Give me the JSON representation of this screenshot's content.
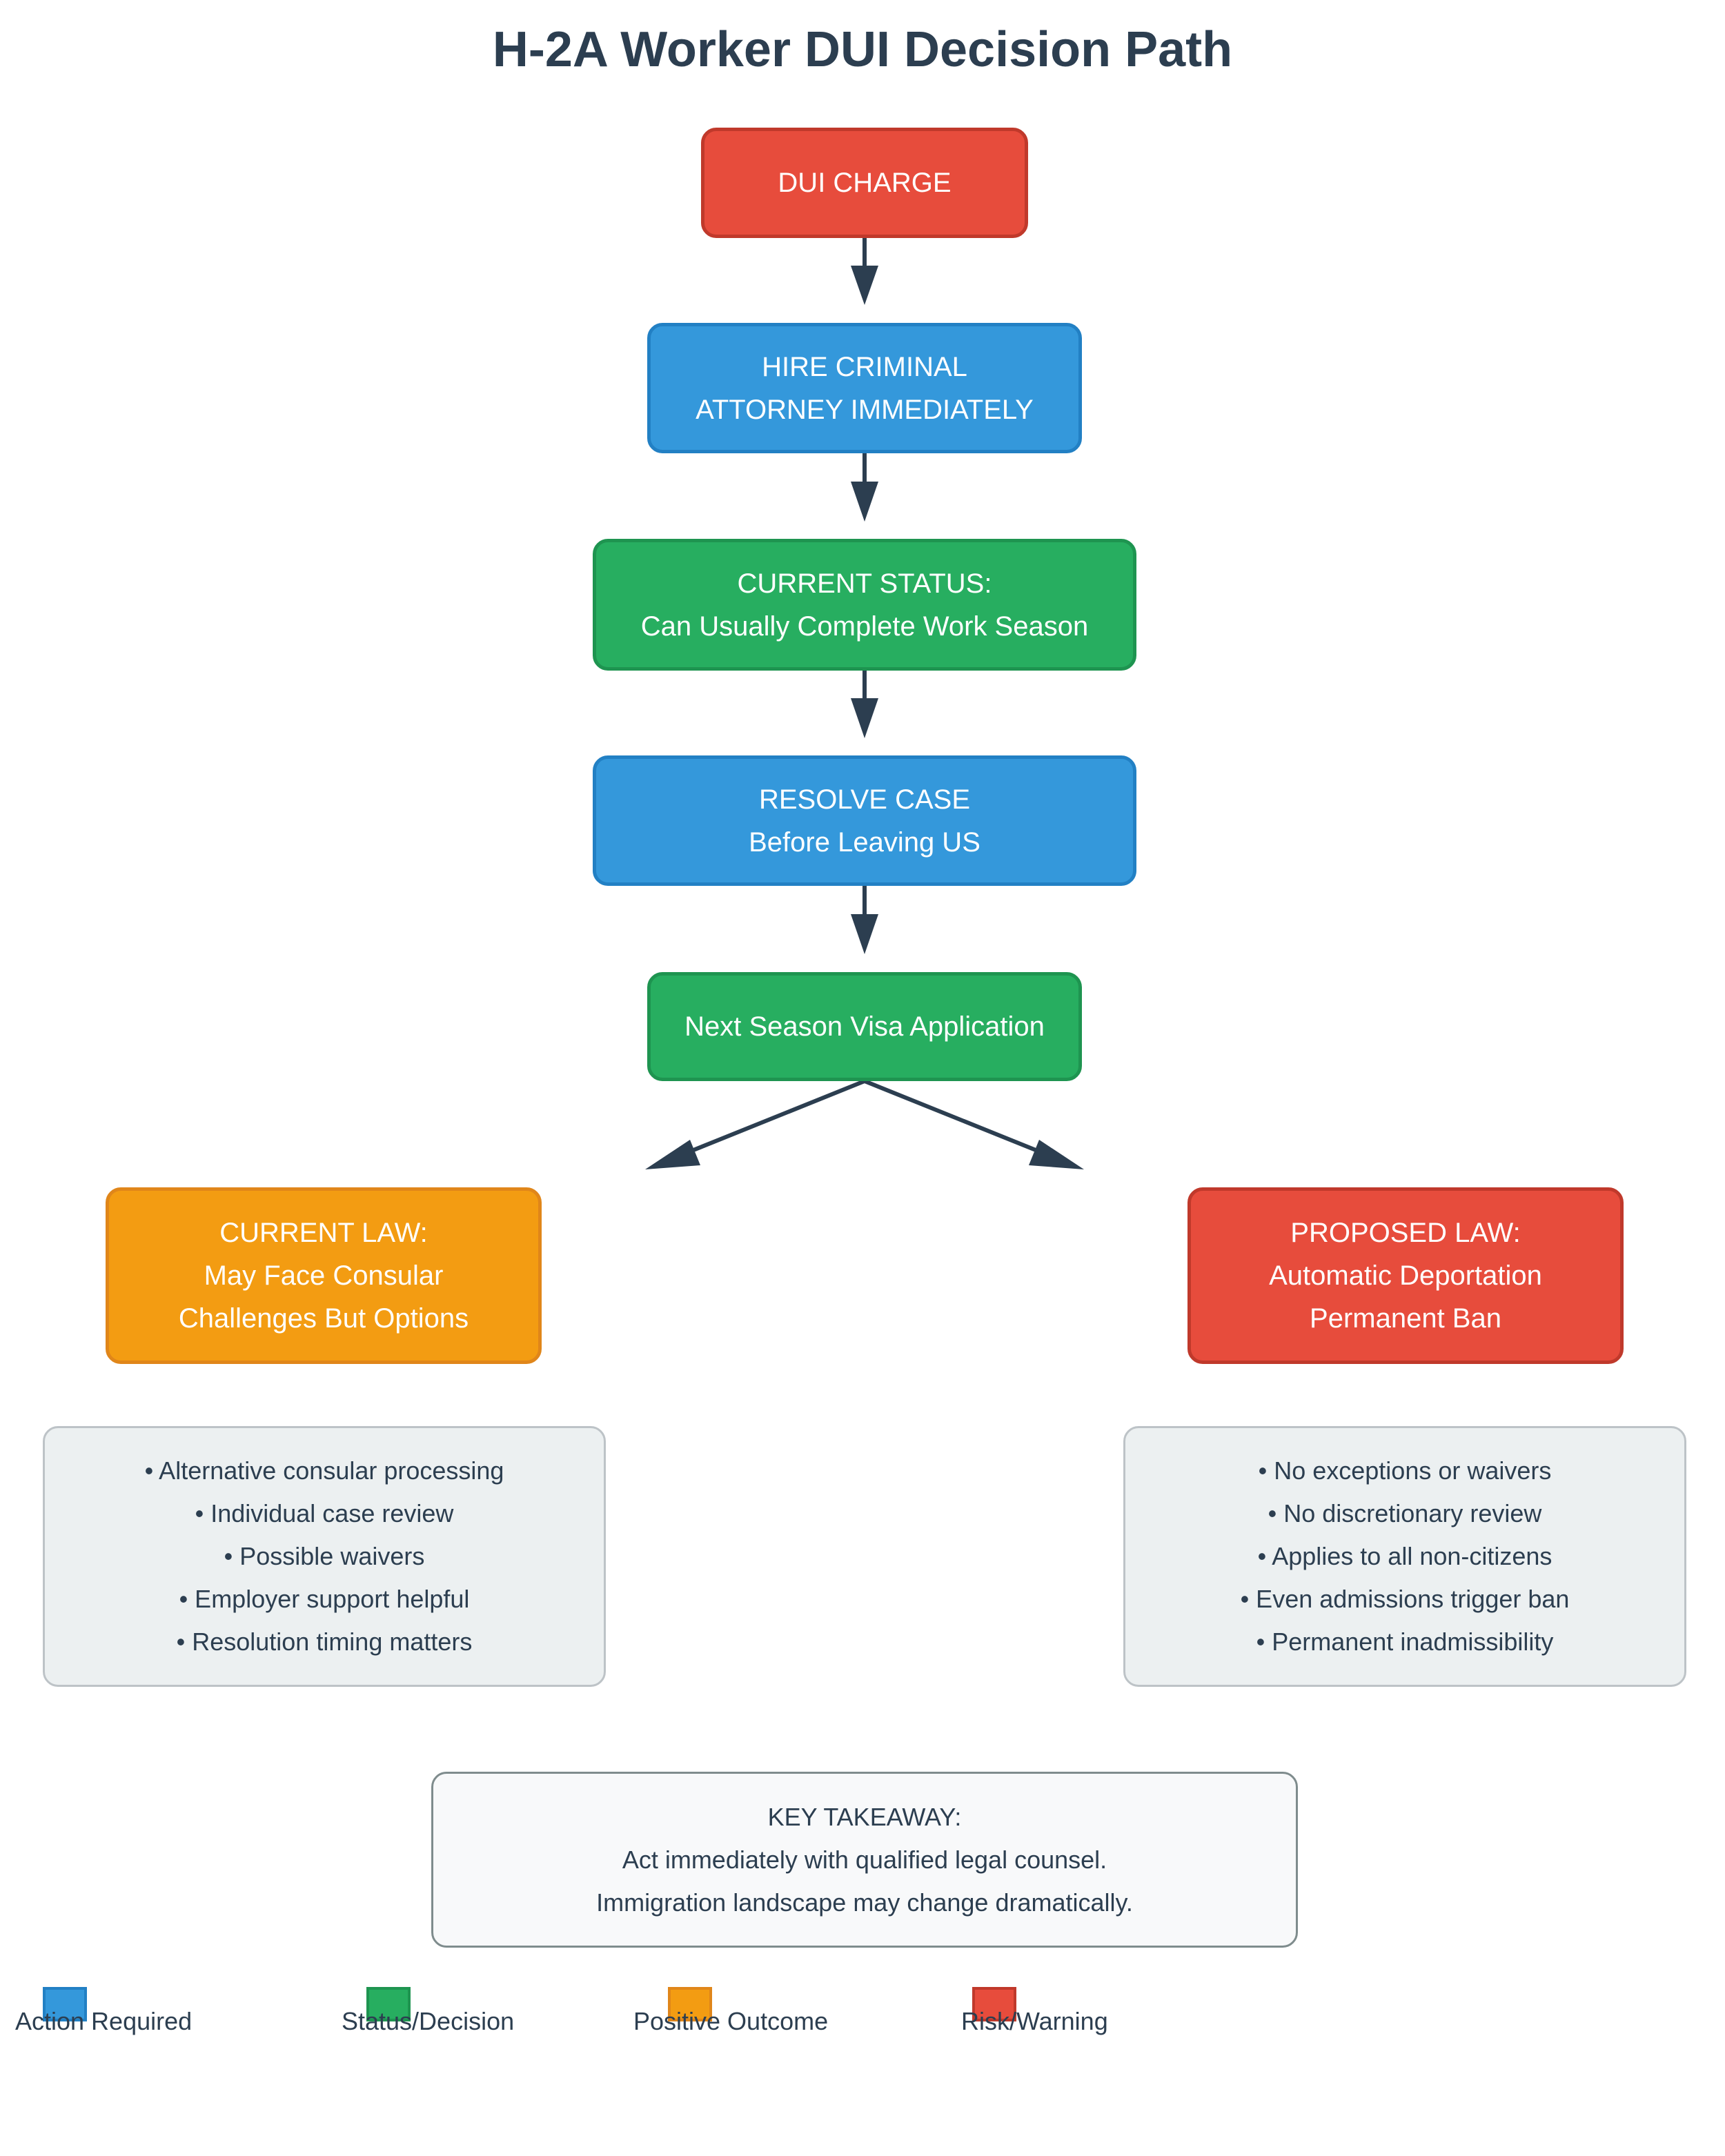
{
  "title": "H-2A Worker DUI Decision Path",
  "colors": {
    "action": "#3498db",
    "status": "#27ae60",
    "positive": "#f39c12",
    "risk": "#e74c3c",
    "arrow": "#2c3e50"
  },
  "nodes": {
    "dui_charge": [
      "DUI CHARGE"
    ],
    "hire_attorney": [
      "HIRE CRIMINAL",
      "ATTORNEY IMMEDIATELY"
    ],
    "current_status": [
      "CURRENT STATUS:",
      "Can Usually Complete Work Season"
    ],
    "resolve_case": [
      "RESOLVE CASE",
      "Before Leaving US"
    ],
    "next_season": [
      "Next Season Visa Application"
    ],
    "current_law": [
      "CURRENT LAW:",
      "May Face Consular",
      "Challenges But Options"
    ],
    "proposed_law": [
      "PROPOSED LAW:",
      "Automatic Deportation",
      "Permanent Ban"
    ]
  },
  "current_law_details": [
    "• Alternative consular processing",
    "• Individual case review",
    "• Possible waivers",
    "• Employer support helpful",
    "• Resolution timing matters"
  ],
  "proposed_law_details": [
    "• No exceptions or waivers",
    "• No discretionary review",
    "• Applies to all non-citizens",
    "• Even admissions trigger ban",
    "• Permanent inadmissibility"
  ],
  "takeaway": [
    "KEY TAKEAWAY:",
    "Act immediately with qualified legal counsel.",
    "Immigration landscape may change dramatically."
  ],
  "legend": [
    {
      "label": "Action Required",
      "color": "#3498db"
    },
    {
      "label": "Status/Decision",
      "color": "#27ae60"
    },
    {
      "label": "Positive Outcome",
      "color": "#f39c12"
    },
    {
      "label": "Risk/Warning",
      "color": "#e74c3c"
    }
  ]
}
